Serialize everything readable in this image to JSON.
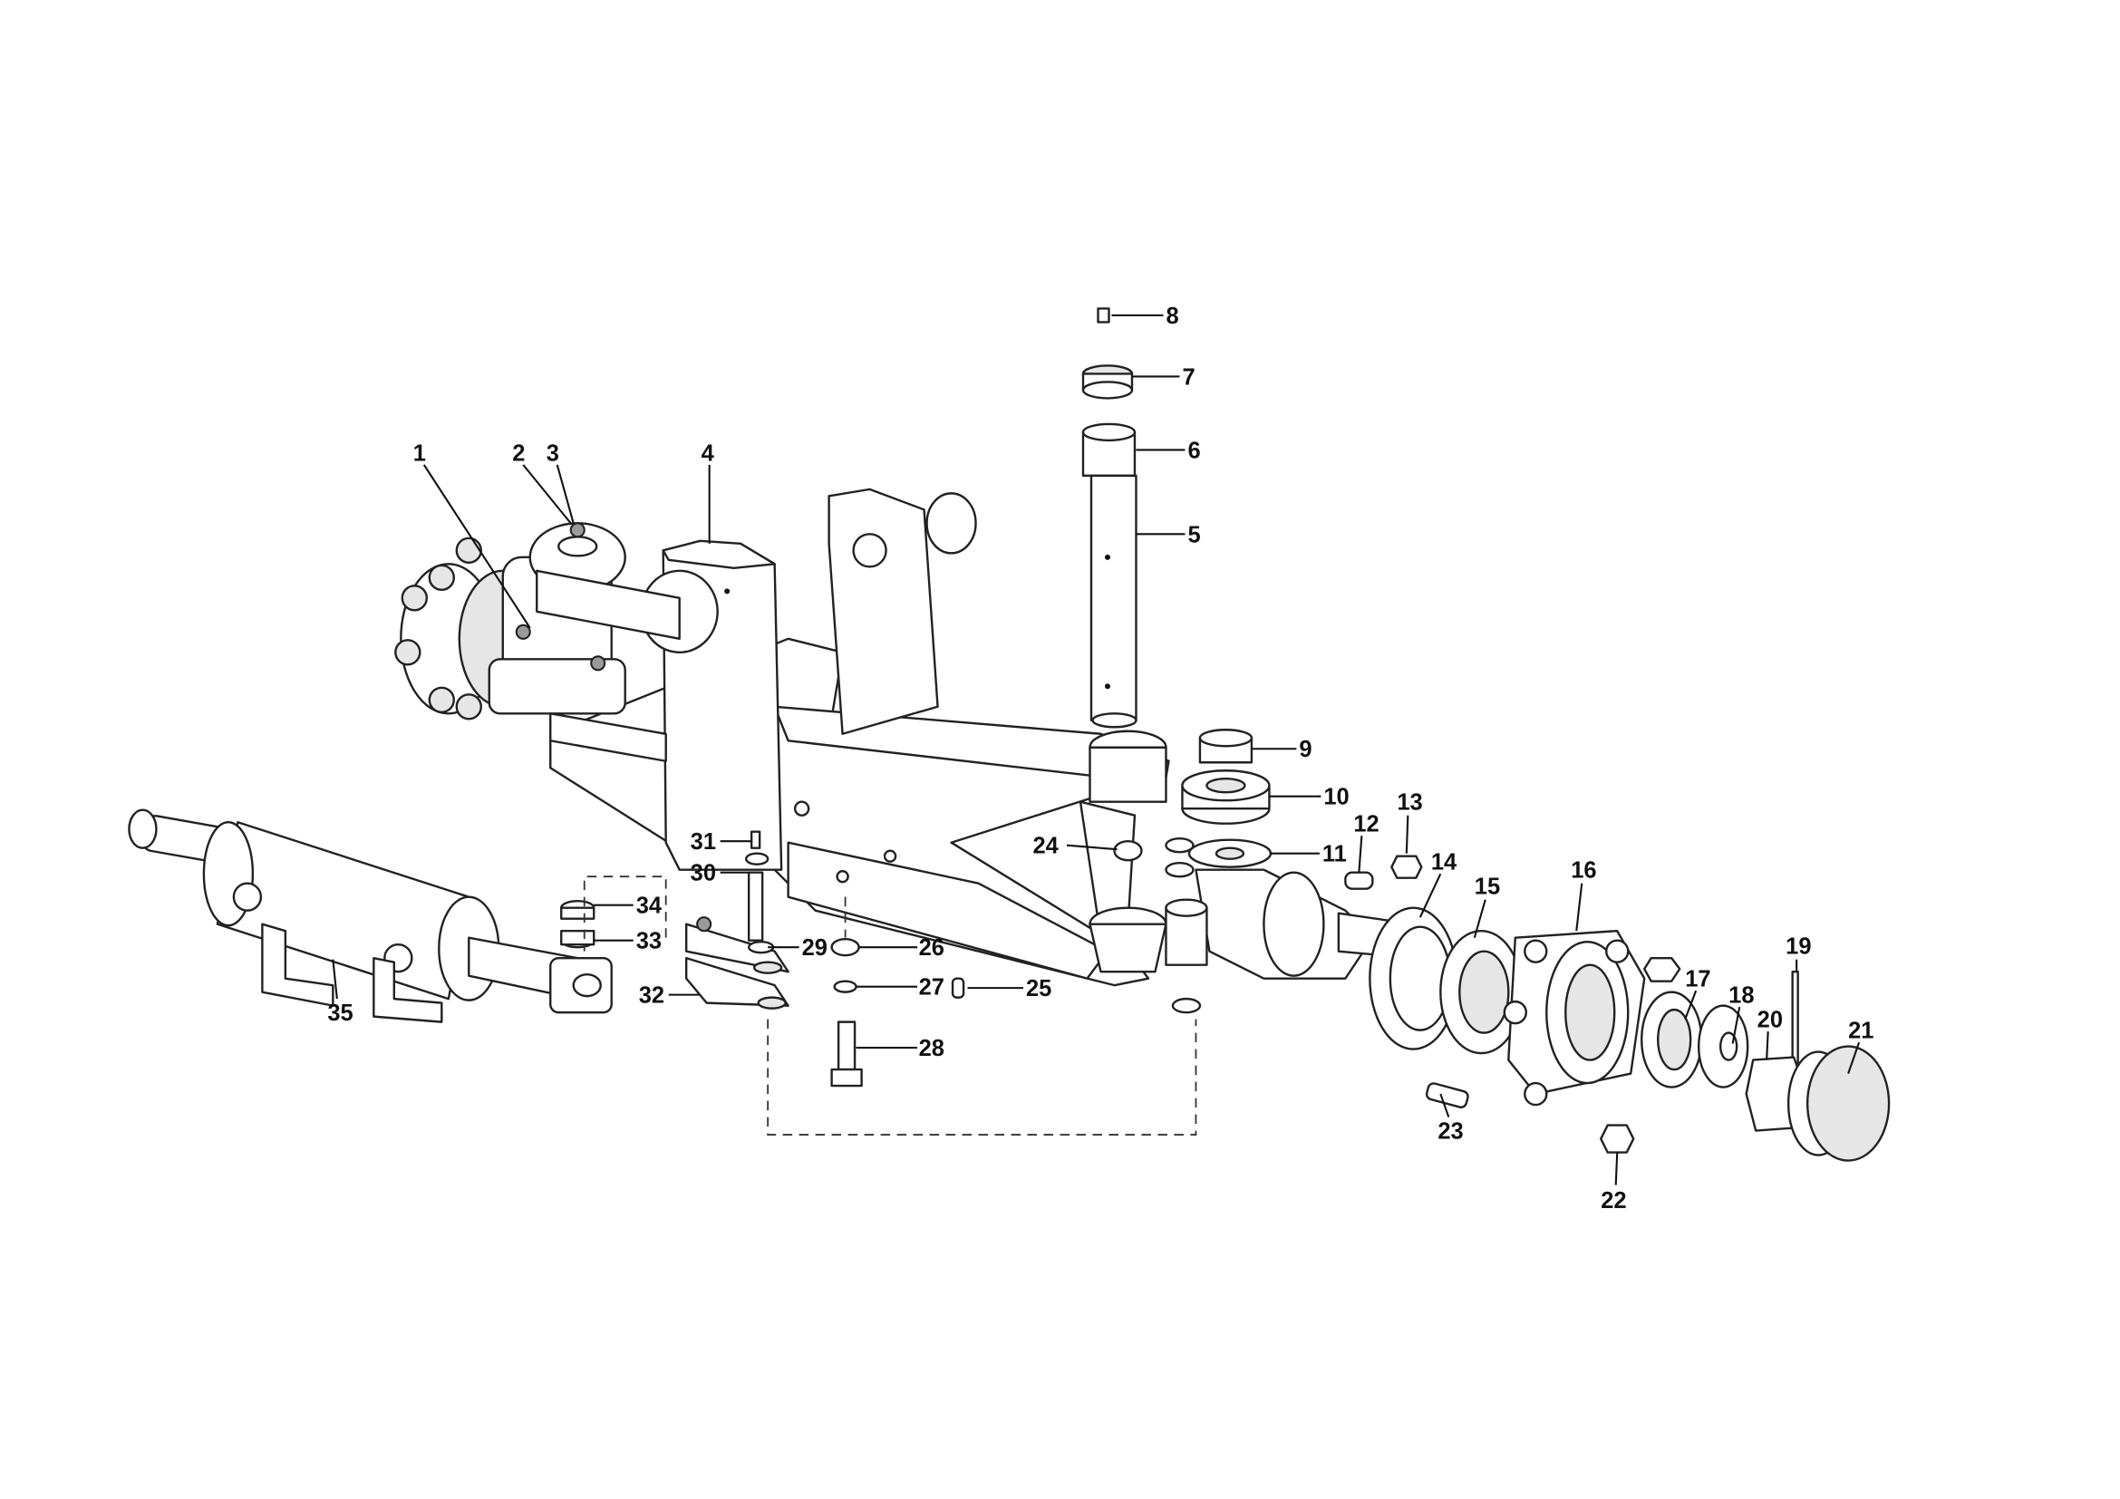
{
  "diagram": {
    "type": "exploded-parts-view",
    "callouts": {
      "n1": "1",
      "n2": "2",
      "n3": "3",
      "n4": "4",
      "n5": "5",
      "n6": "6",
      "n7": "7",
      "n8": "8",
      "n9": "9",
      "n10": "10",
      "n11": "11",
      "n12": "12",
      "n13": "13",
      "n14": "14",
      "n15": "15",
      "n16": "16",
      "n17": "17",
      "n18": "18",
      "n19": "19",
      "n20": "20",
      "n21": "21",
      "n22": "22",
      "n23": "23",
      "n24": "24",
      "n25": "25",
      "n26": "26",
      "n27": "27",
      "n28": "28",
      "n29": "29",
      "n30": "30",
      "n31": "31",
      "n32": "32",
      "n33": "33",
      "n34": "34",
      "n35": "35"
    }
  }
}
